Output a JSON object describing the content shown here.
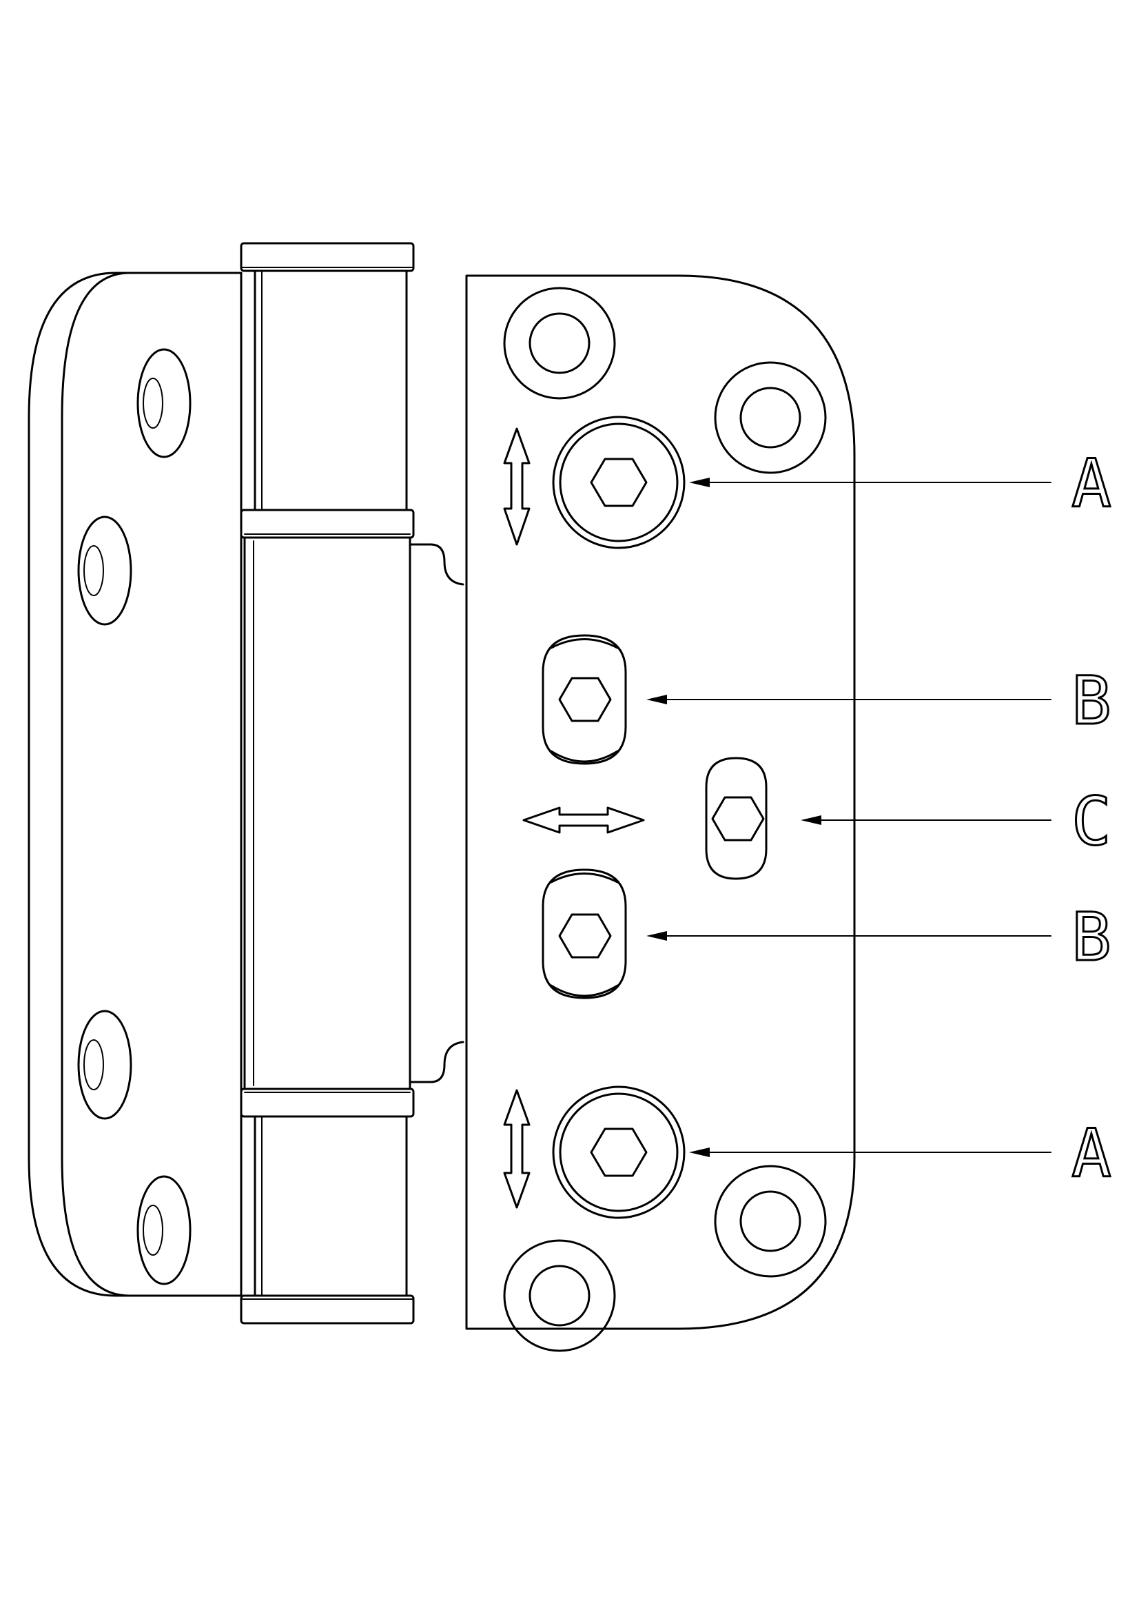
{
  "diagram": {
    "callouts": [
      {
        "id": "A-top",
        "letter": "A"
      },
      {
        "id": "B-top",
        "letter": "B"
      },
      {
        "id": "C",
        "letter": "C"
      },
      {
        "id": "B-bottom",
        "letter": "B"
      },
      {
        "id": "A-bottom",
        "letter": "A"
      }
    ],
    "colors": {
      "line": "#000000",
      "background": "#ffffff"
    }
  }
}
